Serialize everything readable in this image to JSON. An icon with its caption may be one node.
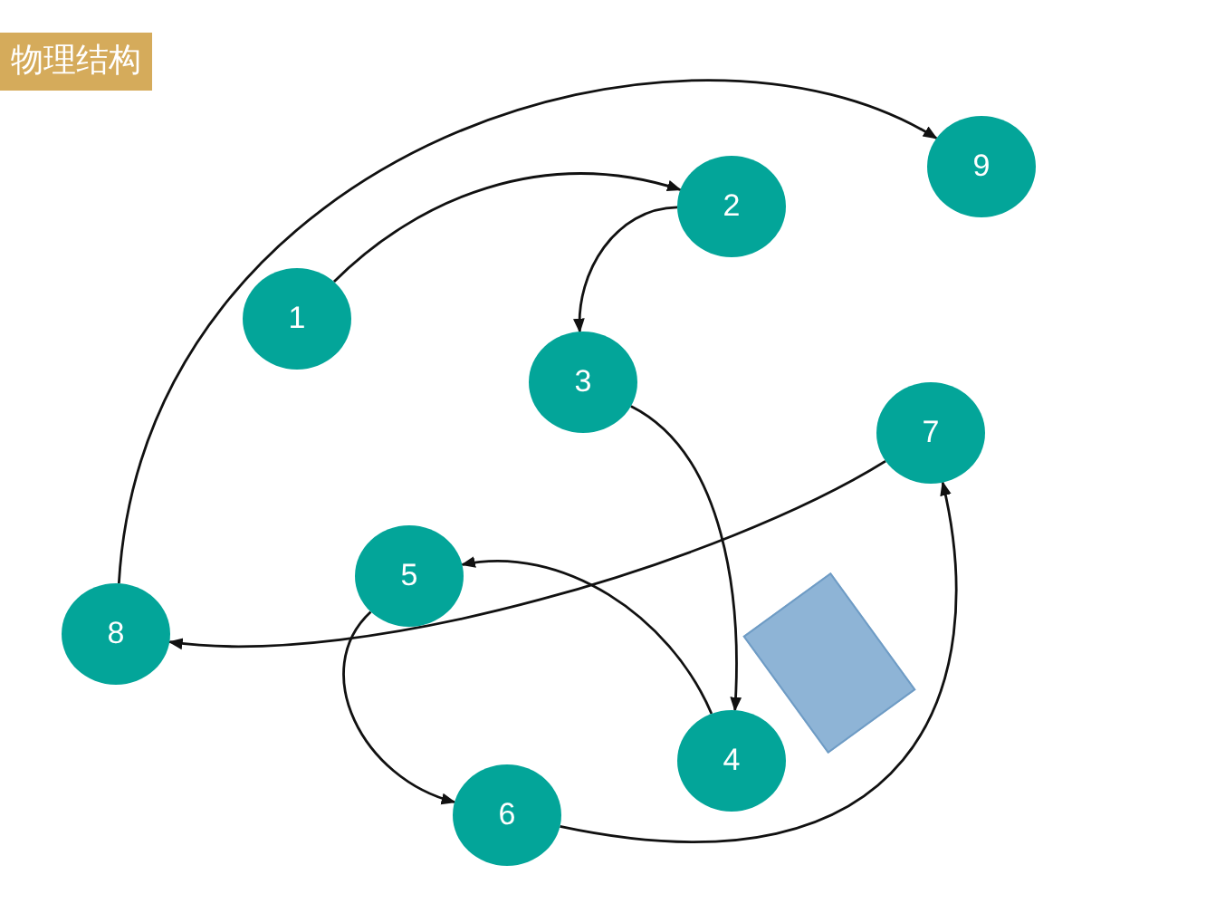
{
  "diagram": {
    "title": "物理结构",
    "nodes": [
      {
        "text": [
          "1"
        ]
      },
      {
        "text": [
          "2"
        ]
      },
      {
        "text": [
          "3"
        ]
      },
      {
        "text": [
          "4"
        ]
      },
      {
        "text": [
          "5"
        ]
      },
      {
        "text": [
          "6"
        ]
      },
      {
        "text": [
          "7"
        ]
      },
      {
        "text": [
          "8"
        ]
      },
      {
        "text": [
          "9"
        ]
      },
      {
        "text": [],
        "shape": "box"
      }
    ],
    "edges": [
      {
        "from": 0,
        "to": 1,
        "arrow": "to"
      },
      {
        "from": 1,
        "to": 2,
        "arrow": "to"
      },
      {
        "from": 2,
        "to": 3,
        "arrow": "to"
      },
      {
        "from": 3,
        "to": 4,
        "arrow": "to"
      },
      {
        "from": 4,
        "to": 5,
        "arrow": "to"
      },
      {
        "from": 5,
        "to": 6,
        "arrow": "to"
      },
      {
        "from": 6,
        "to": 7,
        "arrow": "to"
      },
      {
        "from": 7,
        "to": 8,
        "arrow": "to"
      }
    ]
  }
}
